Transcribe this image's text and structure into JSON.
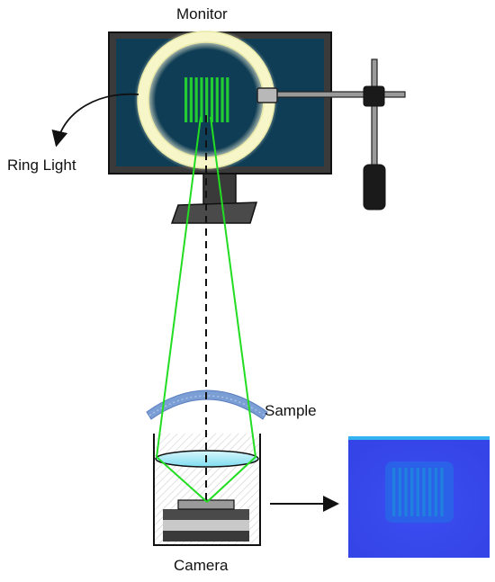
{
  "labels": {
    "monitor": "Monitor",
    "ring_light": "Ring Light",
    "sample": "Sample",
    "camera": "Camera"
  },
  "colors": {
    "monitor_frame": "#3a3a3a",
    "screen": "#0f3d55",
    "ring": "#f6f6c8",
    "ring_glow": "#fffde0",
    "pattern": "#22cc33",
    "beam": "#22dd22",
    "sample_arc": "#7b9fd4",
    "lens": "#9fe8f4",
    "camera_panel": "#3344ee",
    "captured_pattern": "#1f86dd"
  },
  "pattern": {
    "stripe_count": 9
  }
}
